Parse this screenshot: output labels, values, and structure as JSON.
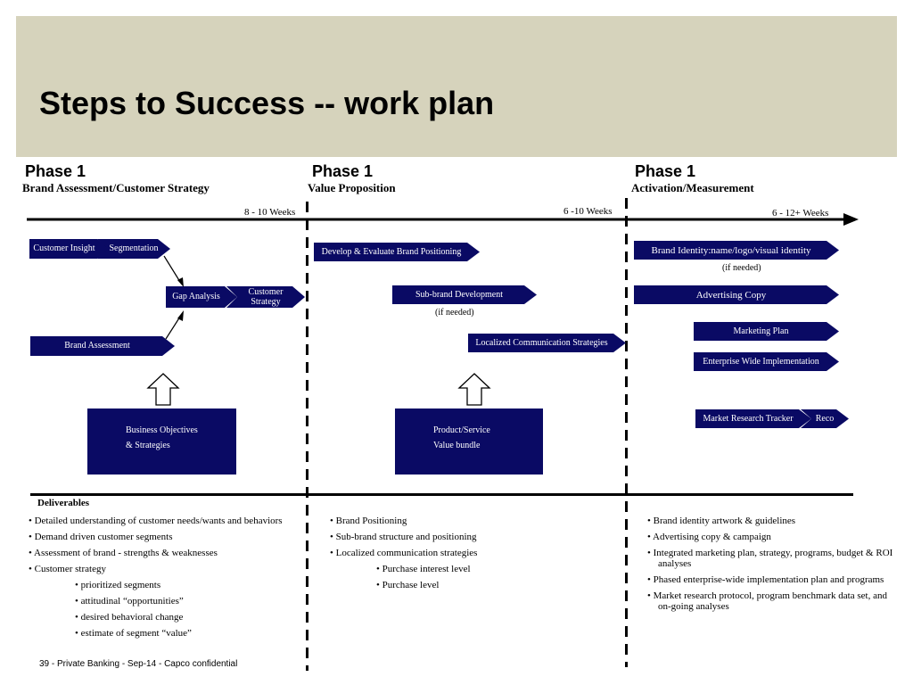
{
  "slide": {
    "title": "Steps to Success -- work plan",
    "footer": "39 - Private Banking  - Sep-14 - Capco confidential"
  },
  "phases": [
    {
      "title": "Phase 1",
      "subtitle": "Brand Assessment/Customer Strategy",
      "duration": "8 - 10 Weeks"
    },
    {
      "title": "Phase 1",
      "subtitle": "Value Proposition",
      "duration": "6 -10 Weeks"
    },
    {
      "title": "Phase 1",
      "subtitle": "Activation/Measurement",
      "duration": "6 - 12+ Weeks"
    }
  ],
  "activities": {
    "customer_insight": "Customer Insight",
    "segmentation": "Segmentation",
    "gap_analysis": "Gap Analysis",
    "customer_strategy": "Customer Strategy",
    "brand_assessment": "Brand Assessment",
    "develop_evaluate": "Develop & Evaluate Brand Positioning",
    "sub_brand": "Sub-brand Development",
    "sub_brand_note": "(if needed)",
    "localized": "Localized Communication Strategies",
    "brand_identity": "Brand Identity:name/logo/visual identity",
    "brand_identity_note": "(if needed)",
    "advertising_copy": "Advertising Copy",
    "marketing_plan": "Marketing Plan",
    "enterprise_wide": "Enterprise Wide Implementation",
    "market_research": "Market Research Tracker",
    "reco": "Reco"
  },
  "inputs": {
    "business": [
      "Business Objectives",
      "& Strategies"
    ],
    "product": [
      "Product/Service",
      "Value bundle"
    ]
  },
  "deliverables": {
    "heading": "Deliverables",
    "col1": [
      "•  Detailed understanding of customer needs/wants and behaviors",
      "•  Demand driven customer segments",
      "•   Assessment of brand - strengths & weaknesses",
      "• Customer strategy",
      "• prioritized segments",
      "• attitudinal “opportunities”",
      "•  desired behavioral change",
      "•  estimate of segment “value”"
    ],
    "col2": [
      "• Brand Positioning",
      "•  Sub-brand structure and  positioning",
      "•  Localized communication strategies",
      "• Purchase interest level",
      "• Purchase level"
    ],
    "col3": [
      "• Brand identity artwork & guidelines",
      "•  Advertising copy & campaign",
      "•  Integrated marketing plan, strategy, programs, budget & ROI analyses",
      "•  Phased enterprise-wide implementation plan and programs",
      "•  Market research protocol, program benchmark data set, and on-going analyses"
    ]
  },
  "colors": {
    "navy": "#0a0a64",
    "band": "#d6d3bc"
  }
}
